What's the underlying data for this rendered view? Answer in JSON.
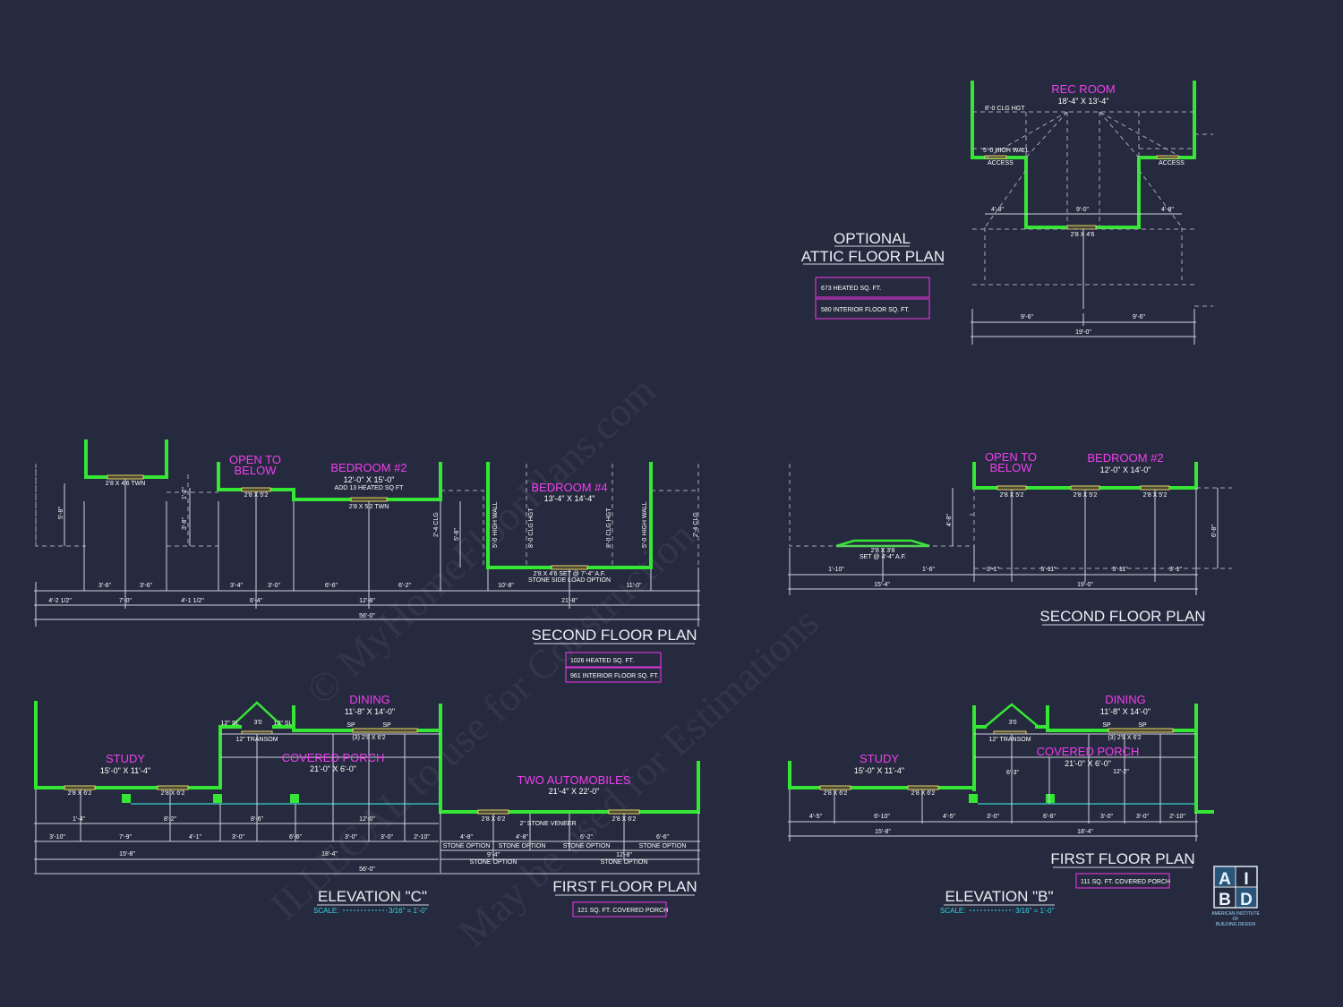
{
  "watermark": {
    "line1": "© MyHomeFloorPlans.com",
    "line2": "ILLEGAL to use for Construction",
    "line3": "May be used for Estimations"
  },
  "attic": {
    "room_name": "REC ROOM",
    "room_dims": "18'-4\" X 13'-4\"",
    "clg_label": "8'-0 CLG HGT",
    "wall_label": "5'-0 HIGH WALL",
    "access_left": "ACCESS",
    "access_right": "ACCESS",
    "dim_left": "4'-8\"",
    "dim_center": "9'-0\"",
    "dim_right": "4'-8\"",
    "window_label": "2'8 X 4'6",
    "dim_bottom_left": "9'-6\"",
    "dim_bottom_right": "9'-6\"",
    "dim_total": "19'-0\"",
    "title_line1": "OPTIONAL",
    "title_line2": "ATTIC FLOOR PLAN",
    "heated": "673 HEATED SQ. FT.",
    "interior": "580 INTERIOR FLOOR SQ. FT."
  },
  "second_c": {
    "open_line1": "OPEN TO",
    "open_line2": "BELOW",
    "bed2_name": "BEDROOM #2",
    "bed2_dims": "12'-0\" X 15'-0\"",
    "bed2_note": "ADD 13 HEATED SQ FT",
    "bed4_name": "BEDROOM #4",
    "bed4_dims": "13'-4\" X 14'-4\"",
    "win_a": "2'8 X 4'6 TWN",
    "win_b": "2'8 X 5'2",
    "win_c": "2'8 X 5'2 TWN",
    "win_d": "2'8 X 4'6 SET @ 7'-4\" A.F.",
    "stone_note": "STONE SIDE LOAD OPTION",
    "high_wall_l": "5'-0 HIGH WALL",
    "clg_hgt_l": "8'-0 CLG HGT",
    "clg_hgt_r": "8'-0 CLG HGT",
    "high_wall_r": "5'-0 HIGH WALL",
    "v_5_8": "5'-8\"",
    "v_3_8": "3'-8\"",
    "v_1_2": "1'-2\"",
    "v_5_8b": "5'-8\"",
    "v_clg_l": "2'-4 CLG",
    "v_clg_r": "2'-4 CLG",
    "d1": "3'-6\"",
    "d2": "3'-6\"",
    "d3": "3'-4\"",
    "d4": "3'-0\"",
    "d5": "6'-6\"",
    "d6": "6'-2\"",
    "d7": "10'-8\"",
    "d8": "11'-0\"",
    "e1": "4'-2 1/2\"",
    "e2": "7'-0\"",
    "e3": "4'-1 1/2\"",
    "e4": "6'-4\"",
    "e5": "12'-8\"",
    "e6": "21'-8\"",
    "total": "56'-0\"",
    "title": "SECOND FLOOR PLAN",
    "heated": "1026 HEATED SQ. FT.",
    "interior": "961 INTERIOR FLOOR SQ. FT."
  },
  "second_b": {
    "open_line1": "OPEN TO",
    "open_line2": "BELOW",
    "bed_name": "BEDROOM #2",
    "bed_dims": "12'-0\" X 14'-0\"",
    "win_a": "2'8 X 5'2",
    "win_b": "2'8 X 5'2",
    "win_c": "2'8 X 5'2",
    "set_label1": "2'8 X 3'8",
    "set_label2": "SET @ 4'-4\" A.F.",
    "v_left": "4'-8\"",
    "v_right": "6'-8\"",
    "d1": "1'-10\"",
    "d2": "1'-6\"",
    "d3": "3'-1\"",
    "d4": "5'-11\"",
    "d5": "5'-11\"",
    "d6": "3'-1\"",
    "e1": "15'-4\"",
    "e2": "19'-0\"",
    "title": "SECOND FLOOR PLAN"
  },
  "first_c": {
    "dining_name": "DINING",
    "dining_dims": "11'-8\" X 14'-0\"",
    "study_name": "STUDY",
    "study_dims": "15'-0\" X 11'-4\"",
    "porch_name": "COVERED PORCH",
    "porch_dims": "21'-0\" X 6'-0\"",
    "garage_name": "TWO AUTOMOBILES",
    "garage_dims": "21'-4\" X 22'-0\"",
    "sl_left": "12\" SL",
    "sl_right": "12\" SL",
    "door_label": "3'0",
    "transom": "12\" TRANSOM",
    "sp1": "SP",
    "sp2": "SP",
    "win_dining": "(3) 2'8 X 6'2",
    "win_s1": "2'8 X 6'2",
    "win_s2": "2'8 X 6'2",
    "win_g1": "2'8 X 6'2",
    "win_g2": "2'8 X 6'2",
    "veneer": "2\" STONE VENEER",
    "stone_opt1": "STONE OPTION",
    "stone_opt2": "STONE OPTION",
    "stone_opt3": "STONE OPTION",
    "stone_opt4": "STONE OPTION",
    "stone_opt5": "STONE OPTION",
    "stone_opt6": "STONE OPTION",
    "r1_a": "1'-4\"",
    "r1_b": "8'-2\"",
    "r1_c": "8'-6\"",
    "r1_d": "12'-0\"",
    "r2_a": "3'-10\"",
    "r2_b": "7'-9\"",
    "r2_c": "4'-1\"",
    "r2_d": "3'-0\"",
    "r2_e": "6'-6\"",
    "r2_f": "3'-0\"",
    "r2_g": "3'-0\"",
    "r2_h": "2'-10\"",
    "g_a": "4'-8\"",
    "g_b": "4'-8\"",
    "g_c": "6'-2\"",
    "g_d": "6'-6\"",
    "g_e": "9'-4\"",
    "g_f": "12'-8\"",
    "r3_a": "15'-8\"",
    "r3_b": "18'-4\"",
    "total": "56'-0\"",
    "elev_title": "ELEVATION \"C\"",
    "scale_label": "SCALE:",
    "scale_value": "3/16\" = 1'-0\"",
    "title": "FIRST FLOOR PLAN",
    "porch_sqft": "121 SQ. FT. COVERED PORCH"
  },
  "first_b": {
    "dining_name": "DINING",
    "dining_dims": "11'-8\" X 14'-0\"",
    "study_name": "STUDY",
    "study_dims": "15'-0\" X 11'-4\"",
    "porch_name": "COVERED PORCH",
    "porch_dims": "21'-0\" X 6'-0\"",
    "door_label": "3'0",
    "transom": "12\" TRANSOM",
    "sp1": "SP",
    "sp2": "SP",
    "win_dining": "(3) 2'8 X 6'2",
    "win_s1": "2'8 X 6'2",
    "win_s2": "2'8 X 6'2",
    "v1": "6'-3\"",
    "v2": "12'-2\"",
    "r1_a": "4'-5\"",
    "r1_b": "6'-10\"",
    "r1_c": "4'-5\"",
    "r1_d": "3'-0\"",
    "r1_e": "6'-6\"",
    "r1_f": "3'-0\"",
    "r1_g": "3'-0\"",
    "r1_h": "2'-10\"",
    "r2_a": "15'-8\"",
    "r2_b": "18'-4\"",
    "elev_title": "ELEVATION \"B\"",
    "scale_label": "SCALE:",
    "scale_value": "3/16\" = 1'-0\"",
    "title": "FIRST FLOOR PLAN",
    "porch_sqft": "111 SQ. FT. COVERED PORCH"
  },
  "logo": {
    "letter_a": "A",
    "letter_i": "I",
    "letter_b": "B",
    "letter_d": "D",
    "line1": "AMERICAN INSTITUTE",
    "line2": "OF",
    "line3": "BUILDING DESIGN"
  }
}
